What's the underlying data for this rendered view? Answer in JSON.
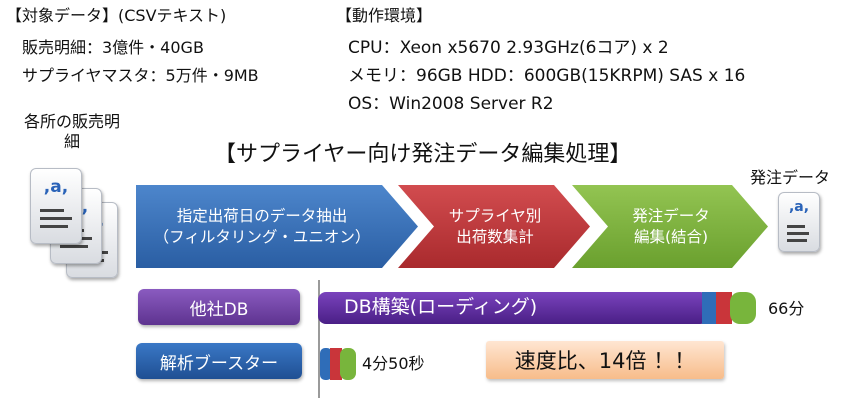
{
  "target": {
    "title": "【対象データ】(CSVテキスト)",
    "line1": "販売明細：3億件・40GB",
    "line2": "サプライヤマスタ：5万件・9MB"
  },
  "environment": {
    "title": "【動作環境】",
    "line1": "CPU：Xeon x5670 2.93GHz(6コア) x 2",
    "line2": "メモリ：96GB  HDD：600GB(15KRPM) SAS x 16",
    "line3": "OS：Win2008 Server R2"
  },
  "source_label": "各所の販売明細",
  "process_title": "【サプライヤー向け発注データ編集処理】",
  "output_label": "発注データ",
  "doc_icon_glyph": ",a,",
  "steps": [
    {
      "line1": "指定出荷日のデータ抽出",
      "line2": "（フィルタリング・ユニオン）",
      "color": "#3a72b8"
    },
    {
      "line1": "サプライヤ別",
      "line2": "出荷数集計",
      "color": "#c0393b"
    },
    {
      "line1": "発注データ",
      "line2": "編集(結合)",
      "color": "#7fb23a"
    }
  ],
  "comparison": {
    "other": {
      "label": "他社DB",
      "bar_text": "DB構築(ローディング)",
      "value": "66分",
      "minutes": 66
    },
    "analysis": {
      "label": "解析ブースター",
      "value": "4分50秒",
      "minutes": 4.83
    },
    "ratio_text": "速度比、14倍 ！！",
    "colors": {
      "purple": "#5a2a9a",
      "blue": "#2f6db8",
      "red": "#c9353a",
      "green": "#78b53c"
    }
  }
}
